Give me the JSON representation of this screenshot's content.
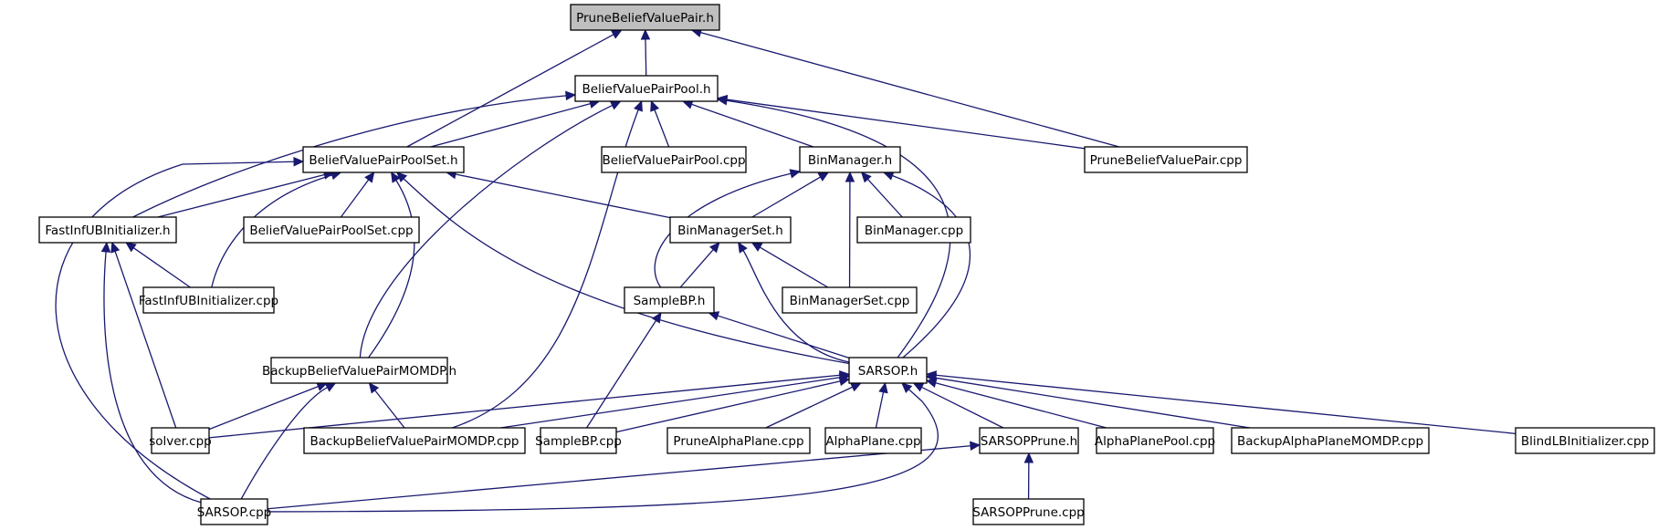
{
  "title": "Include dependency graph for PruneBeliefValuePair.h",
  "root": "PruneBeliefValuePair.h",
  "colors": {
    "edge": "#191970",
    "root_fill": "#bfbfbf",
    "node_fill": "#ffffff"
  },
  "nodes": [
    {
      "id": "pbvp_h",
      "label": "PruneBeliefValuePair.h",
      "root": true
    },
    {
      "id": "bvpp_h",
      "label": "BeliefValuePairPool.h"
    },
    {
      "id": "bvpps_h",
      "label": "BeliefValuePairPoolSet.h"
    },
    {
      "id": "bvpp_cpp",
      "label": "BeliefValuePairPool.cpp"
    },
    {
      "id": "bm_h",
      "label": "BinManager.h"
    },
    {
      "id": "pbvp_cpp",
      "label": "PruneBeliefValuePair.cpp"
    },
    {
      "id": "fui_h",
      "label": "FastInfUBInitializer.h"
    },
    {
      "id": "bvpps_cpp",
      "label": "BeliefValuePairPoolSet.cpp"
    },
    {
      "id": "bms_h",
      "label": "BinManagerSet.h"
    },
    {
      "id": "bm_cpp",
      "label": "BinManager.cpp"
    },
    {
      "id": "fui_cpp",
      "label": "FastInfUBInitializer.cpp"
    },
    {
      "id": "sbp_h",
      "label": "SampleBP.h"
    },
    {
      "id": "bms_cpp",
      "label": "BinManagerSet.cpp"
    },
    {
      "id": "bbvpm_h",
      "label": "BackupBeliefValuePairMOMDP.h"
    },
    {
      "id": "sarsop_h",
      "label": "SARSOP.h"
    },
    {
      "id": "solver_cpp",
      "label": "solver.cpp"
    },
    {
      "id": "bbvpm_cpp",
      "label": "BackupBeliefValuePairMOMDP.cpp"
    },
    {
      "id": "sbp_cpp",
      "label": "SampleBP.cpp"
    },
    {
      "id": "pap_cpp",
      "label": "PruneAlphaPlane.cpp"
    },
    {
      "id": "ap_cpp",
      "label": "AlphaPlane.cpp"
    },
    {
      "id": "sp_h",
      "label": "SARSOPPrune.h"
    },
    {
      "id": "app_cpp",
      "label": "AlphaPlanePool.cpp"
    },
    {
      "id": "bapm_cpp",
      "label": "BackupAlphaPlaneMOMDP.cpp"
    },
    {
      "id": "blb_cpp",
      "label": "BlindLBInitializer.cpp"
    },
    {
      "id": "sarsop_cpp",
      "label": "SARSOP.cpp"
    },
    {
      "id": "sp_cpp",
      "label": "SARSOPPrune.cpp"
    }
  ],
  "edges": [
    [
      "bvpp_h",
      "pbvp_h"
    ],
    [
      "bvpps_h",
      "pbvp_h"
    ],
    [
      "pbvp_cpp",
      "pbvp_h"
    ],
    [
      "bvpps_h",
      "bvpp_h"
    ],
    [
      "bvpp_cpp",
      "bvpp_h"
    ],
    [
      "bm_h",
      "bvpp_h"
    ],
    [
      "pbvp_cpp",
      "bvpp_h"
    ],
    [
      "fui_h",
      "bvpp_h"
    ],
    [
      "bbvpm_h",
      "bvpp_h"
    ],
    [
      "bbvpm_cpp",
      "bvpp_h"
    ],
    [
      "sarsop_h",
      "bvpp_h"
    ],
    [
      "fui_h",
      "bvpps_h"
    ],
    [
      "bvpps_cpp",
      "bvpps_h"
    ],
    [
      "fui_cpp",
      "bvpps_h"
    ],
    [
      "bms_h",
      "bvpps_h"
    ],
    [
      "bbvpm_h",
      "bvpps_h"
    ],
    [
      "sarsop_h",
      "bvpps_h"
    ],
    [
      "sarsop_cpp",
      "bvpps_h"
    ],
    [
      "bms_h",
      "bm_h"
    ],
    [
      "bm_cpp",
      "bm_h"
    ],
    [
      "bms_cpp",
      "bm_h"
    ],
    [
      "sbp_h",
      "bm_h"
    ],
    [
      "sarsop_h",
      "bm_h"
    ],
    [
      "fui_cpp",
      "fui_h"
    ],
    [
      "solver_cpp",
      "fui_h"
    ],
    [
      "sarsop_cpp",
      "fui_h"
    ],
    [
      "sbp_h",
      "bms_h"
    ],
    [
      "bms_cpp",
      "bms_h"
    ],
    [
      "sarsop_h",
      "bms_h"
    ],
    [
      "sbp_cpp",
      "sbp_h"
    ],
    [
      "sarsop_h",
      "sbp_h"
    ],
    [
      "solver_cpp",
      "bbvpm_h"
    ],
    [
      "bbvpm_cpp",
      "bbvpm_h"
    ],
    [
      "sarsop_cpp",
      "bbvpm_h"
    ],
    [
      "solver_cpp",
      "sarsop_h"
    ],
    [
      "bbvpm_cpp",
      "sarsop_h"
    ],
    [
      "sbp_cpp",
      "sarsop_h"
    ],
    [
      "pap_cpp",
      "sarsop_h"
    ],
    [
      "ap_cpp",
      "sarsop_h"
    ],
    [
      "sp_h",
      "sarsop_h"
    ],
    [
      "app_cpp",
      "sarsop_h"
    ],
    [
      "bapm_cpp",
      "sarsop_h"
    ],
    [
      "blb_cpp",
      "sarsop_h"
    ],
    [
      "sarsop_cpp",
      "sarsop_h"
    ],
    [
      "sarsop_cpp",
      "sp_h"
    ],
    [
      "sp_cpp",
      "sp_h"
    ]
  ]
}
